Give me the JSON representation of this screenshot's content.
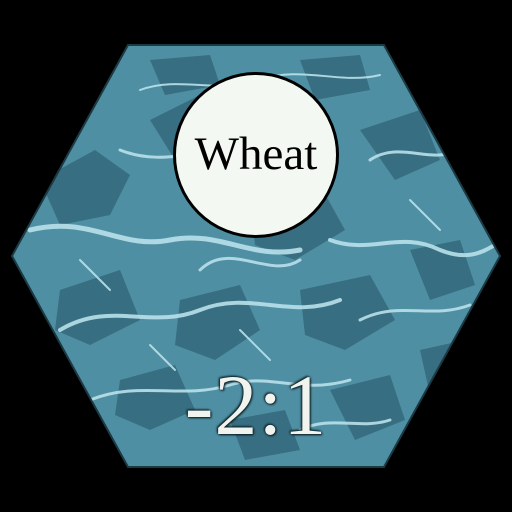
{
  "tile": {
    "kind": "harbor",
    "terrain": "water",
    "resource_label": "Wheat",
    "trade_ratio": "-2:1"
  },
  "colors": {
    "background": "#000000",
    "water_base": "#4f8fa3",
    "water_dark": "#33697c",
    "water_highlight": "#b9e1ea",
    "badge_fill": "#f4f8f2",
    "text_dark": "#000000",
    "text_light": "#f1f3ef"
  }
}
